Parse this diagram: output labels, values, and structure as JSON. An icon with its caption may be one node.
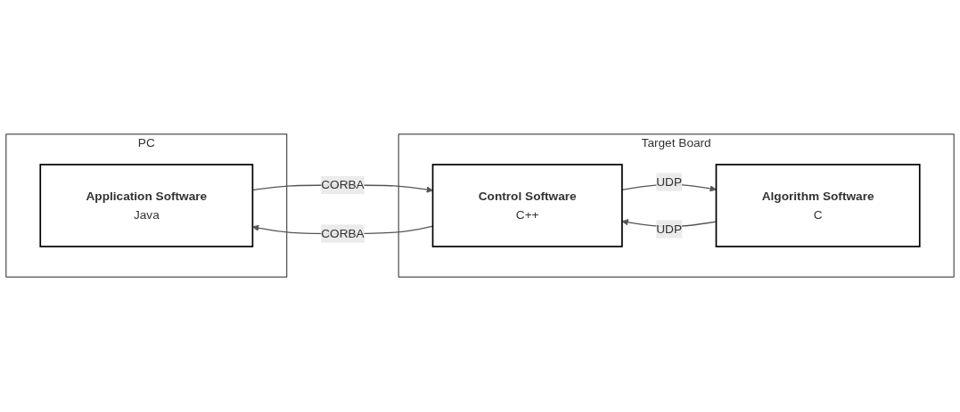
{
  "diagram": {
    "nodes": [
      {
        "text": [
          "PC"
        ]
      },
      {
        "text": [
          "Target Board"
        ]
      },
      {
        "text": [
          "Application Software",
          "Java"
        ],
        "in": 0
      },
      {
        "text": [
          "Control Software",
          "C++"
        ],
        "in": 1
      },
      {
        "text": [
          "Algorithm Software",
          "C"
        ],
        "in": 1
      }
    ],
    "edges": [
      {
        "from": 2,
        "to": 3,
        "label": "CORBA",
        "arrow": "to"
      },
      {
        "from": 3,
        "to": 2,
        "label": "CORBA",
        "arrow": "to"
      },
      {
        "from": 3,
        "to": 4,
        "label": "UDP",
        "arrow": "to"
      },
      {
        "from": 4,
        "to": 3,
        "label": "UDP",
        "arrow": "to"
      }
    ]
  }
}
